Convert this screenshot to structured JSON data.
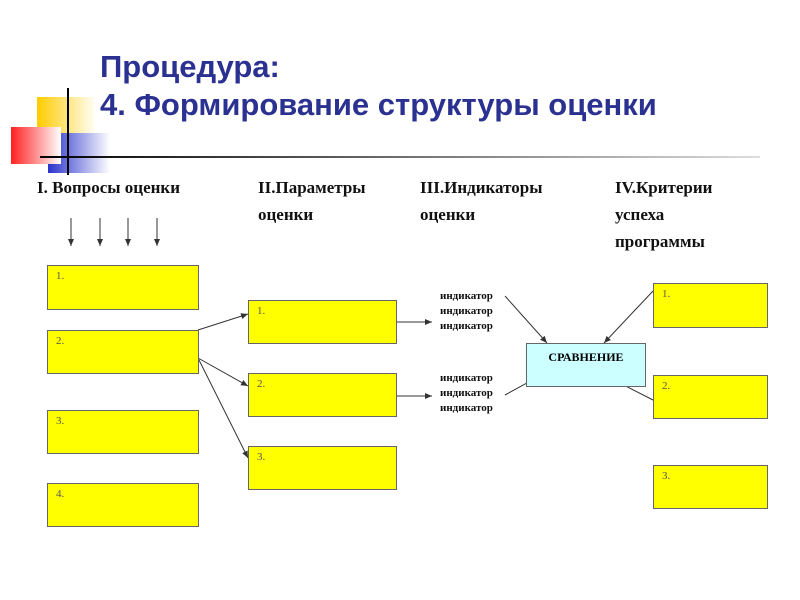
{
  "title": {
    "line1": "Процедура:",
    "line2": "4. Формирование структуры оценки"
  },
  "colors": {
    "title": "#2b3190",
    "box": "#ffff00",
    "compare": "#ccffff"
  },
  "columns": [
    {
      "header": "I. Вопросы оценки",
      "boxes": [
        "1.",
        "2.",
        "3.",
        "4."
      ]
    },
    {
      "header": "II.Параметры оценки",
      "boxes": [
        "1.",
        "2.",
        "3."
      ]
    },
    {
      "header": "III.Индикаторы оценки",
      "groups": [
        [
          "индикатор",
          "индикатор",
          "индикатор"
        ],
        [
          "индикатор",
          "индикатор",
          "индикатор"
        ]
      ]
    },
    {
      "header": "IV.Критерии успеха программы",
      "boxes": [
        "1.",
        "2.",
        "3."
      ]
    }
  ],
  "compare_label": "СРАВНЕНИЕ"
}
